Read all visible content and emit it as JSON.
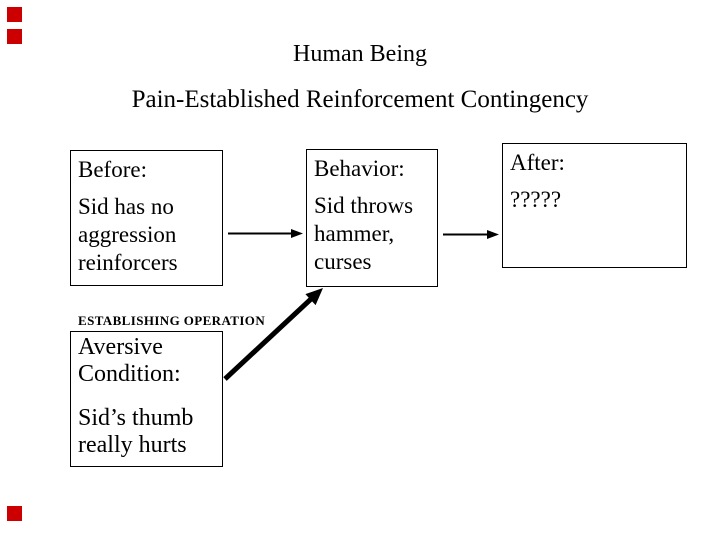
{
  "slide_title": "Human Being",
  "slide_subtitle": "Pain-Established Reinforcement Contingency",
  "boxes": {
    "before": {
      "heading": "Before:",
      "body": "Sid has no\naggression\nreinforcers"
    },
    "behavior": {
      "heading": "Behavior:",
      "body": "Sid throws\nhammer,\ncurses"
    },
    "after": {
      "heading": "After:",
      "body": "?????"
    },
    "establishing_operation": {
      "label": "ESTABLISHING OPERATION",
      "heading": "Aversive\nCondition:",
      "body": "Sid’s thumb\nreally hurts"
    }
  },
  "arrows": {
    "before_to_behavior": "thin right arrow",
    "behavior_to_after": "thin right arrow",
    "eo_to_behavior": "thick diagonal up-right arrow"
  },
  "colors": {
    "background": "#ffffff",
    "text": "#000000",
    "box_border": "#000000",
    "arrow": "#000000",
    "corner_marker_red": "#cc0000"
  }
}
